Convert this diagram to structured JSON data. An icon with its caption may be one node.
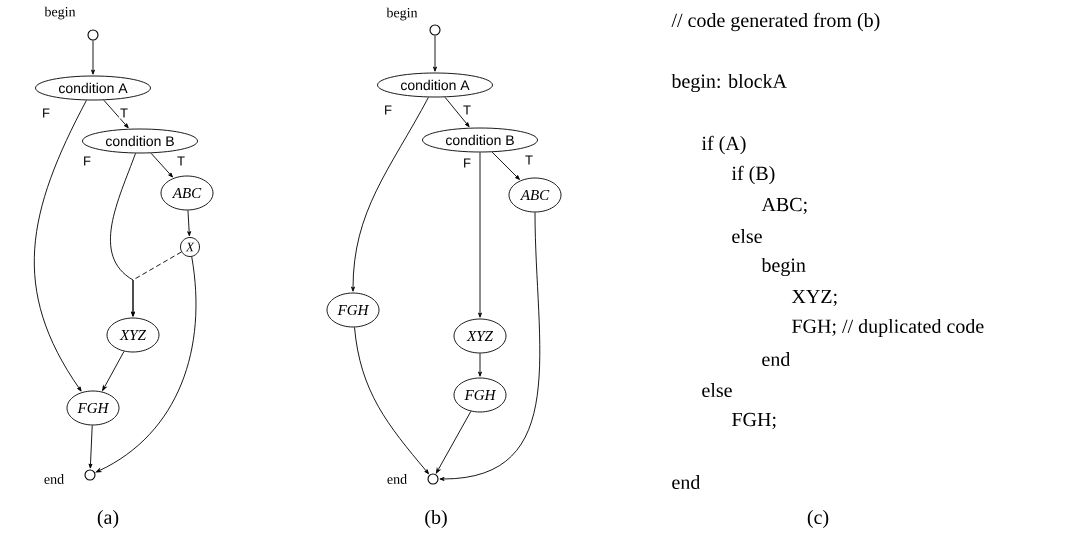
{
  "diagram": {
    "nodes": [
      {
        "text": [],
        "shape": "circle",
        "beside": [
          "begin"
        ]
      },
      {
        "text": [
          "condition A"
        ]
      },
      {
        "text": [
          "condition B"
        ]
      },
      {
        "text": [
          "ABC"
        ]
      },
      {
        "text": [
          "X"
        ]
      },
      {
        "text": [
          "XYZ"
        ]
      },
      {
        "text": [
          "FGH"
        ]
      },
      {
        "text": [],
        "shape": "circle",
        "beside": [
          "end"
        ]
      },
      {
        "text": [],
        "shape": "circle",
        "beside": [
          "begin"
        ]
      },
      {
        "text": [
          "condition A"
        ]
      },
      {
        "text": [
          "condition B"
        ]
      },
      {
        "text": [
          "ABC"
        ]
      },
      {
        "text": [
          "FGH"
        ]
      },
      {
        "text": [
          "XYZ"
        ]
      },
      {
        "text": [
          "FGH"
        ]
      },
      {
        "text": [],
        "shape": "circle",
        "beside": [
          "end"
        ]
      }
    ],
    "edges": [
      {
        "from": 0,
        "to": 1,
        "arrow": "to"
      },
      {
        "from": 1,
        "to": 2,
        "arrow": "to",
        "label": "T"
      },
      {
        "from": 1,
        "to": 6,
        "arrow": "to",
        "label": "F"
      },
      {
        "from": 2,
        "to": 3,
        "arrow": "to",
        "label": "T"
      },
      {
        "from": 2,
        "to": 5,
        "arrow": "to",
        "label": "F"
      },
      {
        "from": 3,
        "to": 4,
        "arrow": "to"
      },
      {
        "from": 4,
        "to": 5,
        "arrow": "to",
        "style": "dashed"
      },
      {
        "from": 4,
        "to": 7,
        "arrow": "to"
      },
      {
        "from": 5,
        "to": 6,
        "arrow": "to"
      },
      {
        "from": 6,
        "to": 7,
        "arrow": "to"
      },
      {
        "from": 8,
        "to": 9,
        "arrow": "to"
      },
      {
        "from": 9,
        "to": 10,
        "arrow": "to",
        "label": "T"
      },
      {
        "from": 9,
        "to": 12,
        "arrow": "to",
        "label": "F"
      },
      {
        "from": 10,
        "to": 11,
        "arrow": "to",
        "label": "T"
      },
      {
        "from": 10,
        "to": 13,
        "arrow": "to",
        "label": "F"
      },
      {
        "from": 11,
        "to": 15,
        "arrow": "to"
      },
      {
        "from": 12,
        "to": 15,
        "arrow": "to"
      },
      {
        "from": 13,
        "to": 14,
        "arrow": "to"
      },
      {
        "from": 14,
        "to": 15,
        "arrow": "to"
      }
    ],
    "labels": [
      "// code generated from (b)",
      "begin: blockA",
      "if (A)",
      "if (B)",
      "ABC;",
      "else",
      "begin",
      "XYZ;",
      "FGH; // duplicated code",
      "end",
      "else",
      "FGH;",
      "end",
      "(a)",
      "(b)",
      "(c)"
    ]
  }
}
